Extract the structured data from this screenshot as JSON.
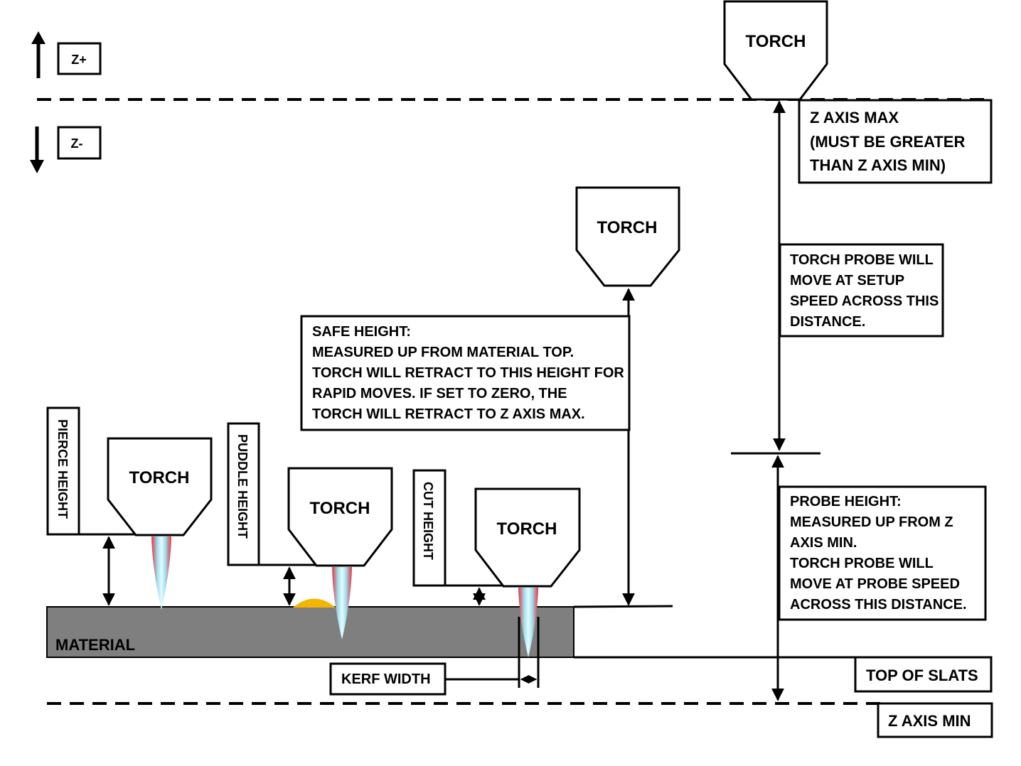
{
  "axes": {
    "z_plus": "Z+",
    "z_minus": "Z-"
  },
  "torch_label": "TORCH",
  "labels": {
    "z_axis_max": [
      "Z AXIS MAX",
      "(MUST BE GREATER",
      "THAN Z AXIS MIN)"
    ],
    "torch_probe_setup": [
      "TORCH PROBE WILL",
      "MOVE AT SETUP",
      "SPEED ACROSS THIS",
      "DISTANCE."
    ],
    "safe_height": [
      "SAFE HEIGHT:",
      "MEASURED UP FROM MATERIAL TOP.",
      "TORCH WILL RETRACT TO THIS HEIGHT FOR",
      "RAPID MOVES.  IF SET TO ZERO, THE",
      "TORCH WILL RETRACT TO Z AXIS MAX."
    ],
    "probe_height": [
      "PROBE HEIGHT:",
      "MEASURED UP FROM Z",
      "AXIS MIN.",
      "TORCH PROBE WILL",
      "MOVE AT PROBE SPEED",
      "ACROSS THIS DISTANCE."
    ],
    "pierce_height": "PIERCE HEIGHT",
    "puddle_height": "PUDDLE HEIGHT",
    "cut_height": "CUT HEIGHT",
    "material": "MATERIAL",
    "kerf_width": "KERF WIDTH",
    "top_of_slats": "TOP OF SLATS",
    "z_axis_min": "Z AXIS MIN"
  },
  "colors": {
    "material": "#7f7f7f",
    "puddle": "#f5b400",
    "flame_outer": "#e8323c",
    "flame_inner": "#9fe0ef"
  }
}
